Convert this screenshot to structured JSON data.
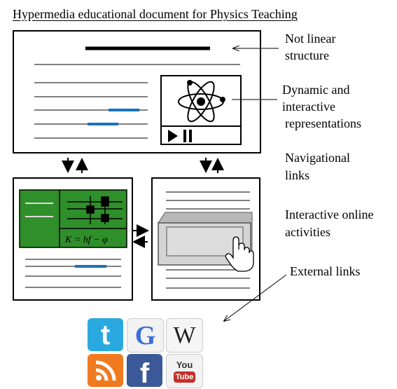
{
  "title": "Hypermedia educational document for Physics Teaching",
  "labels": {
    "not_linear": [
      "Not linear",
      "structure"
    ],
    "dynamic": [
      "Dynamic and",
      "interactive",
      "representations"
    ],
    "navigational": [
      "Navigational",
      "links"
    ],
    "interactive_online": [
      "Interactive online",
      "activities"
    ],
    "external": "External links"
  },
  "formula": "K = hf − φ",
  "icons": [
    {
      "name": "twitter-icon",
      "glyph": "t",
      "color": "#2aa9e0"
    },
    {
      "name": "google-icon",
      "glyph": "G",
      "color": "#3b6fd8"
    },
    {
      "name": "wikipedia-icon",
      "glyph": "W",
      "color": "#222222"
    },
    {
      "name": "rss-icon",
      "glyph": "",
      "color": "#f07a20"
    },
    {
      "name": "facebook-icon",
      "glyph": "f",
      "color": "#3b5998"
    },
    {
      "name": "youtube-icon",
      "glyph": "You",
      "glyph2": "Tube",
      "color": "#c4302b"
    }
  ],
  "colors": {
    "accent_line": "#1a73b8",
    "sim_green": "#2f8f2a"
  }
}
